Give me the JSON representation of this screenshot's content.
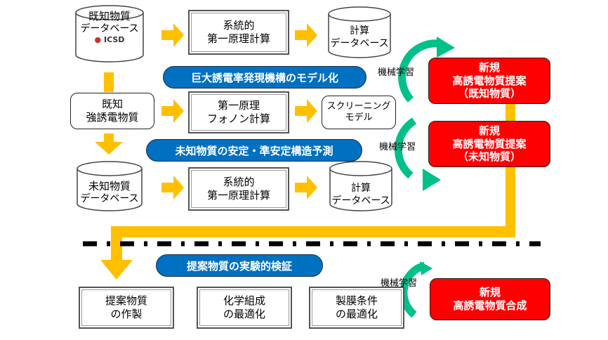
{
  "colors": {
    "flow_arrow": "#ffc000",
    "stage_pill": "#0070c0",
    "proposal_box": "#ff0000",
    "ml_arrow": "#00c08a",
    "divider": "#000000"
  },
  "row1": {
    "db_known": {
      "line1": "既知物質",
      "line2": "データベース",
      "logo": "ICSD"
    },
    "calc": {
      "line1": "系統的",
      "line2": "第一原理計算"
    },
    "calc_db": {
      "line1": "計算",
      "line2": "データベース"
    }
  },
  "stage1": "巨大誘電率発現機構のモデル化",
  "row2": {
    "known_ferro": {
      "line1": "既知",
      "line2": "強誘電物質"
    },
    "phonon": {
      "line1": "第一原理",
      "line2": "フォノン計算"
    },
    "screening": {
      "line1": "スクリーニング",
      "line2": "モデル"
    }
  },
  "stage2": "未知物質の安定・準安定構造予測",
  "row3": {
    "db_unknown": {
      "line1": "未知物質",
      "line2": "データベース"
    },
    "calc": {
      "line1": "系統的",
      "line2": "第一原理計算"
    },
    "calc_db": {
      "line1": "計算",
      "line2": "データベース"
    }
  },
  "ml_label": "機械学習",
  "proposal_known": {
    "line1": "新規",
    "line2": "高誘電物質提案",
    "line3": "（既知物質）"
  },
  "proposal_unknown": {
    "line1": "新規",
    "line2": "高誘電物質提案",
    "line3": "（未知物質）"
  },
  "stage3": "提案物質の実験的検証",
  "row4": {
    "fabrication": {
      "line1": "提案物質",
      "line2": "の作製"
    },
    "composition": {
      "line1": "化学組成",
      "line2": "の最適化"
    },
    "film": {
      "line1": "製膜条件",
      "line2": "の最適化"
    }
  },
  "synthesis": {
    "line1": "新規",
    "line2": "高誘電物質合成"
  }
}
